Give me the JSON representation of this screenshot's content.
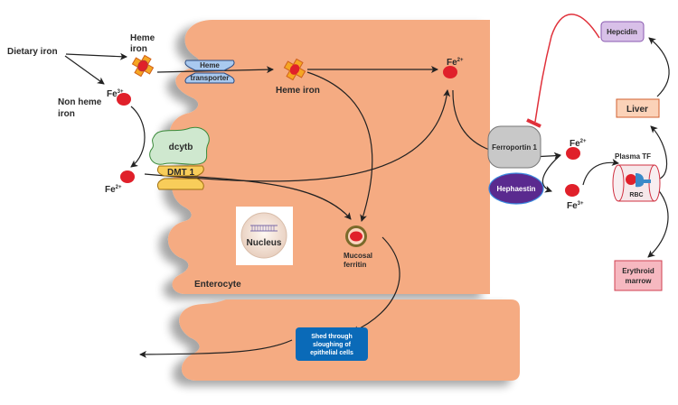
{
  "title": "Iron absorption in the enterocyte",
  "labels": {
    "dietary_iron": "Dietary iron",
    "heme_iron_outside_line1": "Heme",
    "heme_iron_outside_line2": "iron",
    "heme_transporter_line1": "Heme",
    "heme_transporter_line2": "transporter",
    "heme_iron_inside": "Heme iron",
    "fe3_outside": "Fe",
    "fe3_outside_sup": "3+",
    "non_heme_line1": "Non heme",
    "non_heme_line2": "iron",
    "dcytb": "dcytb",
    "dmt1": "DMT 1",
    "fe2_outside": "Fe",
    "fe2_outside_sup": "2+",
    "fe2_inside": "Fe",
    "fe2_inside_sup": "2+",
    "nucleus": "Nucleus",
    "mucosal_ferritin_line1": "Mucosal",
    "mucosal_ferritin_line2": "ferritin",
    "enterocyte": "Enterocyte",
    "ferroportin": "Ferroportin 1",
    "hephaestin": "Hephaestin",
    "fe2_plasma": "Fe",
    "fe2_plasma_sup": "2+",
    "fe3_plasma": "Fe",
    "fe3_plasma_sup": "3+",
    "plasma_tf": "Plasma TF",
    "rbc": "RBC",
    "hepcidin": "Hepcidin",
    "liver": "Liver",
    "erythroid_line1": "Erythroid",
    "erythroid_line2": "marrow",
    "shed_line1": "Shed through",
    "shed_line2": "sloughing of",
    "shed_line3": "epithelial cells"
  },
  "colors": {
    "cell": "#f5ab82",
    "iron": "#e0202a",
    "heme_cross": "#f5a623",
    "heme_transporter": "#a9c9ef",
    "dcytb": "#cfe8cf",
    "dmt1": "#f8cd5a",
    "ferroportin": "#c8c8c8",
    "hephaestin": "#5a2a8f",
    "hepcidin": "#d8c0e8",
    "liver": "#fbd2b8",
    "erythroid": "#f6b8c0",
    "shed_box": "#0a6ab8",
    "inhibition": "#e0303a"
  }
}
